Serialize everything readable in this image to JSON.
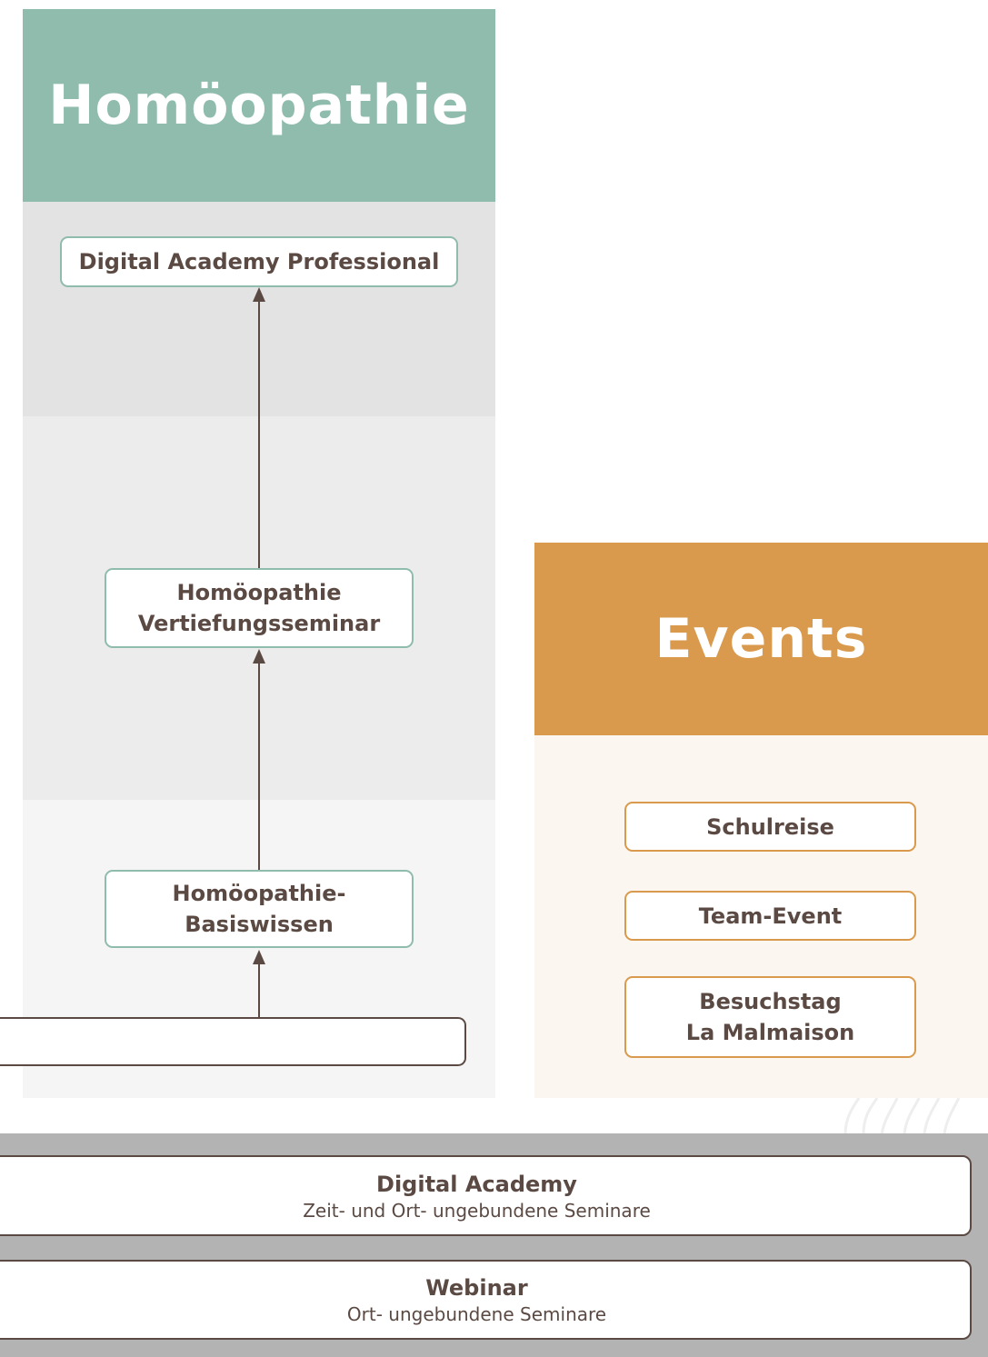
{
  "columns": {
    "homoeopathie": {
      "title": "Homöopathie",
      "color": "#8fbcad",
      "nodes": {
        "professional": "Digital Academy Professional",
        "vertiefung": [
          "Homöopathie",
          "Vertiefungsseminar"
        ],
        "basis": [
          "Homöopathie-",
          "Basiswissen"
        ]
      }
    },
    "events": {
      "title": "Events",
      "color": "#d99a4d",
      "nodes": {
        "schulreise": "Schulreise",
        "team": "Team-Event",
        "besuch": [
          "Besuchstag",
          "La Malmaison"
        ]
      }
    }
  },
  "bottom": {
    "digital_academy": {
      "title": "Digital Academy",
      "subtitle": "Zeit- und Ort- ungebundene Seminare"
    },
    "webinar": {
      "title": "Webinar",
      "subtitle": "Ort- ungebundene Seminare"
    }
  }
}
